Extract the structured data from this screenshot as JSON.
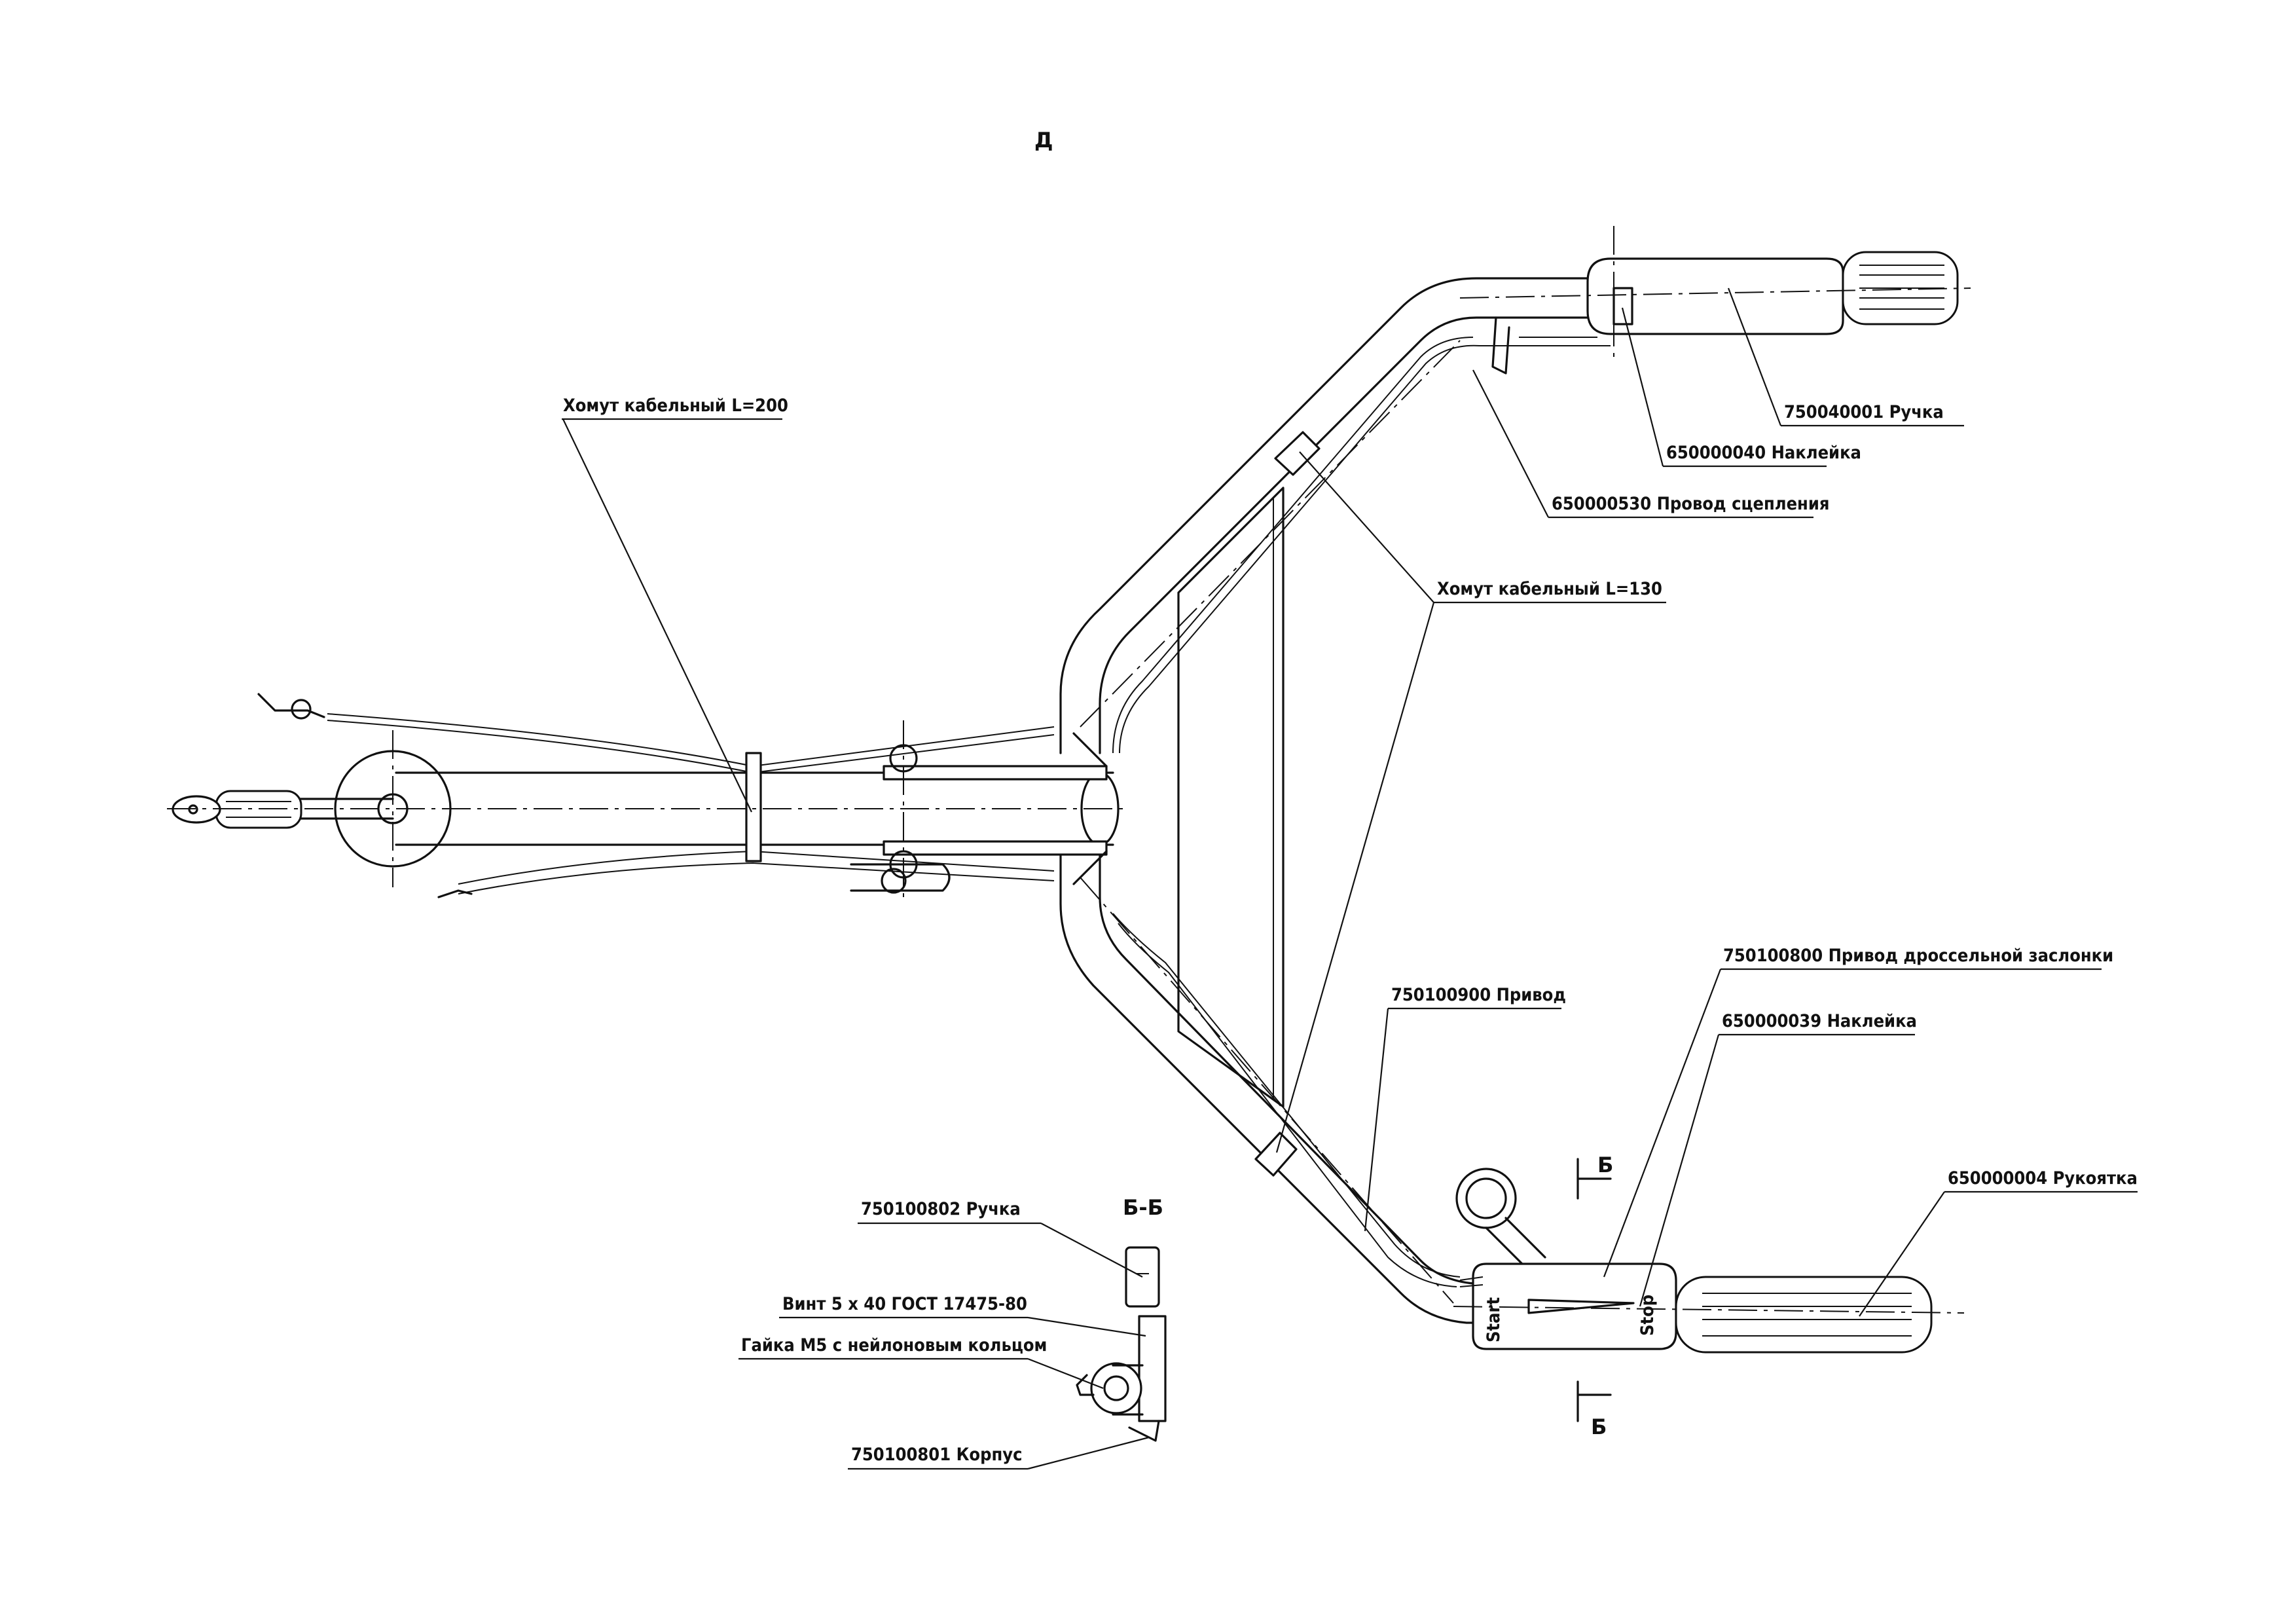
{
  "view_label": "Д",
  "section_label": "Б-Б",
  "section_mark": "Б",
  "throttle_text": {
    "start": "Start",
    "stop": "Stop"
  },
  "callouts": {
    "clamp_200": "Хомут кабельный L=200",
    "handle_750040001": "750040001 Ручка",
    "sticker_650000040": "650000040 Наклейка",
    "wire_650000530": "650000530 Провод сцепления",
    "clamp_130": "Хомут кабельный L=130",
    "drive_750100900": "750100900 Привод",
    "throttle_750100800": "750100800 Привод дроссельной заслонки",
    "sticker_650000039": "650000039 Наклейка",
    "grip_650000004": "650000004 Рукоятка",
    "handle_750100802": "750100802 Ручка",
    "screw": "Винт 5 х 40 ГОСТ 17475-80",
    "nut": "Гайка М5 с нейлоновым кольцом",
    "body_750100801": "750100801 Корпус"
  }
}
